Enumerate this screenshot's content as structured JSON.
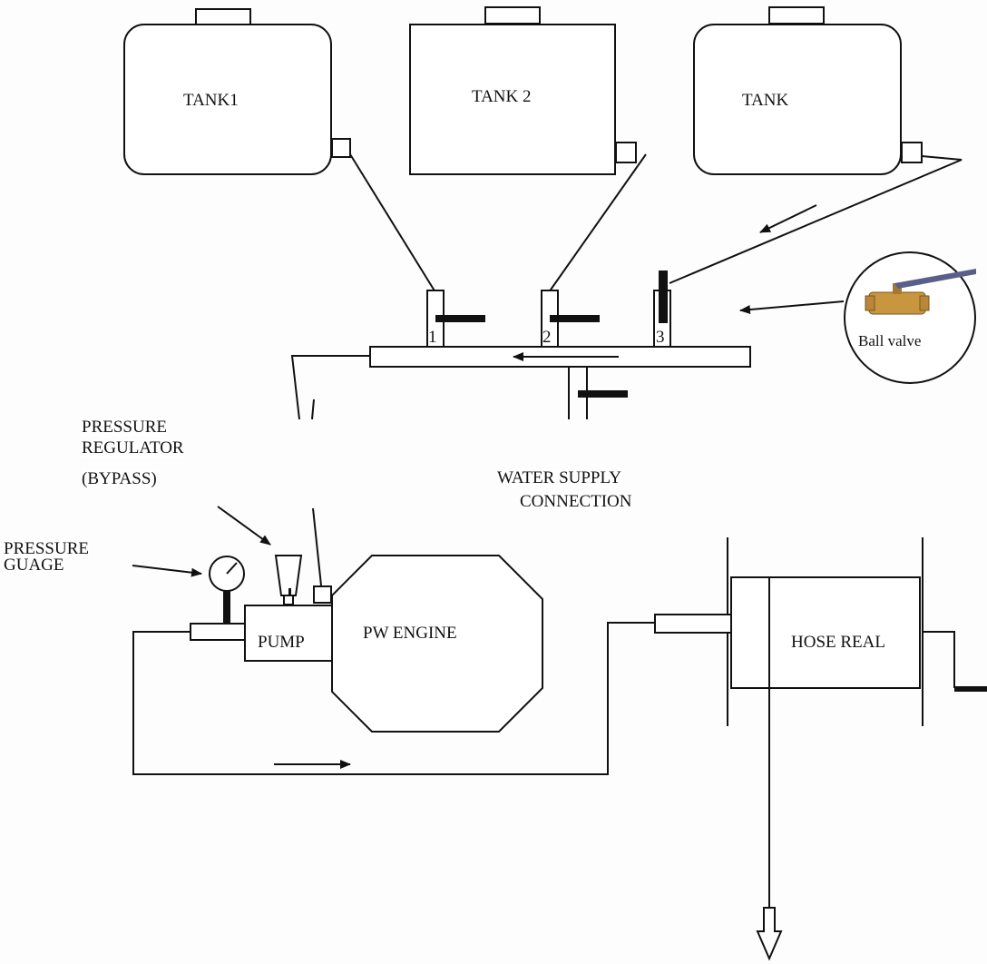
{
  "tanks": [
    {
      "label": "TANK1"
    },
    {
      "label": "TANK 2"
    },
    {
      "label": "TANK"
    }
  ],
  "valve_numbers": [
    "1",
    "2",
    "3"
  ],
  "ball_valve_label": "Ball valve",
  "pressure_regulator": {
    "line1": "PRESSURE",
    "line2": "REGULATOR",
    "line3": "(BYPASS)"
  },
  "water_supply": {
    "line1": "WATER SUPPLY",
    "line2": "CONNECTION"
  },
  "pressure_gauge": {
    "line1": "PRESSURE",
    "line2": "GUAGE"
  },
  "pump_label": "PUMP",
  "engine_label": "PW ENGINE",
  "hose_reel_label": "HOSE REAL",
  "colors": {
    "line": "#111111",
    "valve_brass": "#c8963e",
    "valve_handle": "#5a5f8a"
  }
}
